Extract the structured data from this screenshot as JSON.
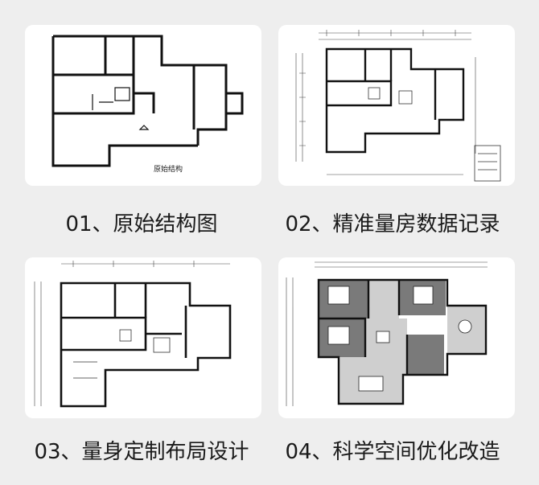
{
  "items": [
    {
      "caption": "01、原始结构图",
      "plan_label": "原始结构"
    },
    {
      "caption": "02、精准量房数据记录"
    },
    {
      "caption": "03、量身定制布局设计"
    },
    {
      "caption": "04、科学空间优化改造"
    }
  ],
  "colors": {
    "background": "#eeeeee",
    "card": "#ffffff",
    "wall": "#111111",
    "floor_dark": "#777777",
    "floor_light": "#d0d0d0"
  }
}
